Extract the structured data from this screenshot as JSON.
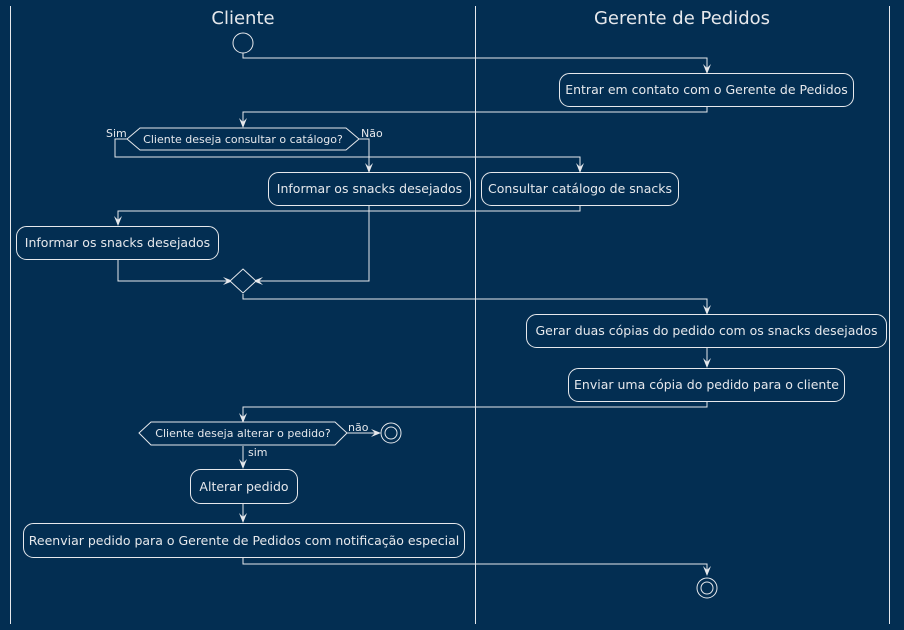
{
  "lanes": {
    "client": "Cliente",
    "manager": "Gerente de Pedidos"
  },
  "actions": {
    "contact_manager": "Entrar em contato com o Gerente de Pedidos",
    "inform_snacks_no": "Informar os snacks desejados",
    "consult_catalog": "Consultar catálogo de snacks",
    "inform_snacks_yes": "Informar os snacks desejados",
    "generate_copies": "Gerar duas cópias do pedido com os snacks desejados",
    "send_copy": "Enviar uma cópia do pedido para o cliente",
    "alter_order": "Alterar pedido",
    "resend_order": "Reenviar pedido para o Gerente de Pedidos com notificação especial"
  },
  "decisions": {
    "catalog_question": "Cliente deseja consultar o catálogo?",
    "catalog_yes": "Sim",
    "catalog_no": "Não",
    "alter_question": "Cliente deseja alterar o pedido?",
    "alter_yes": "sim",
    "alter_no": "não"
  },
  "colors": {
    "background": "#032E52",
    "foreground": "#E6E8EC"
  }
}
